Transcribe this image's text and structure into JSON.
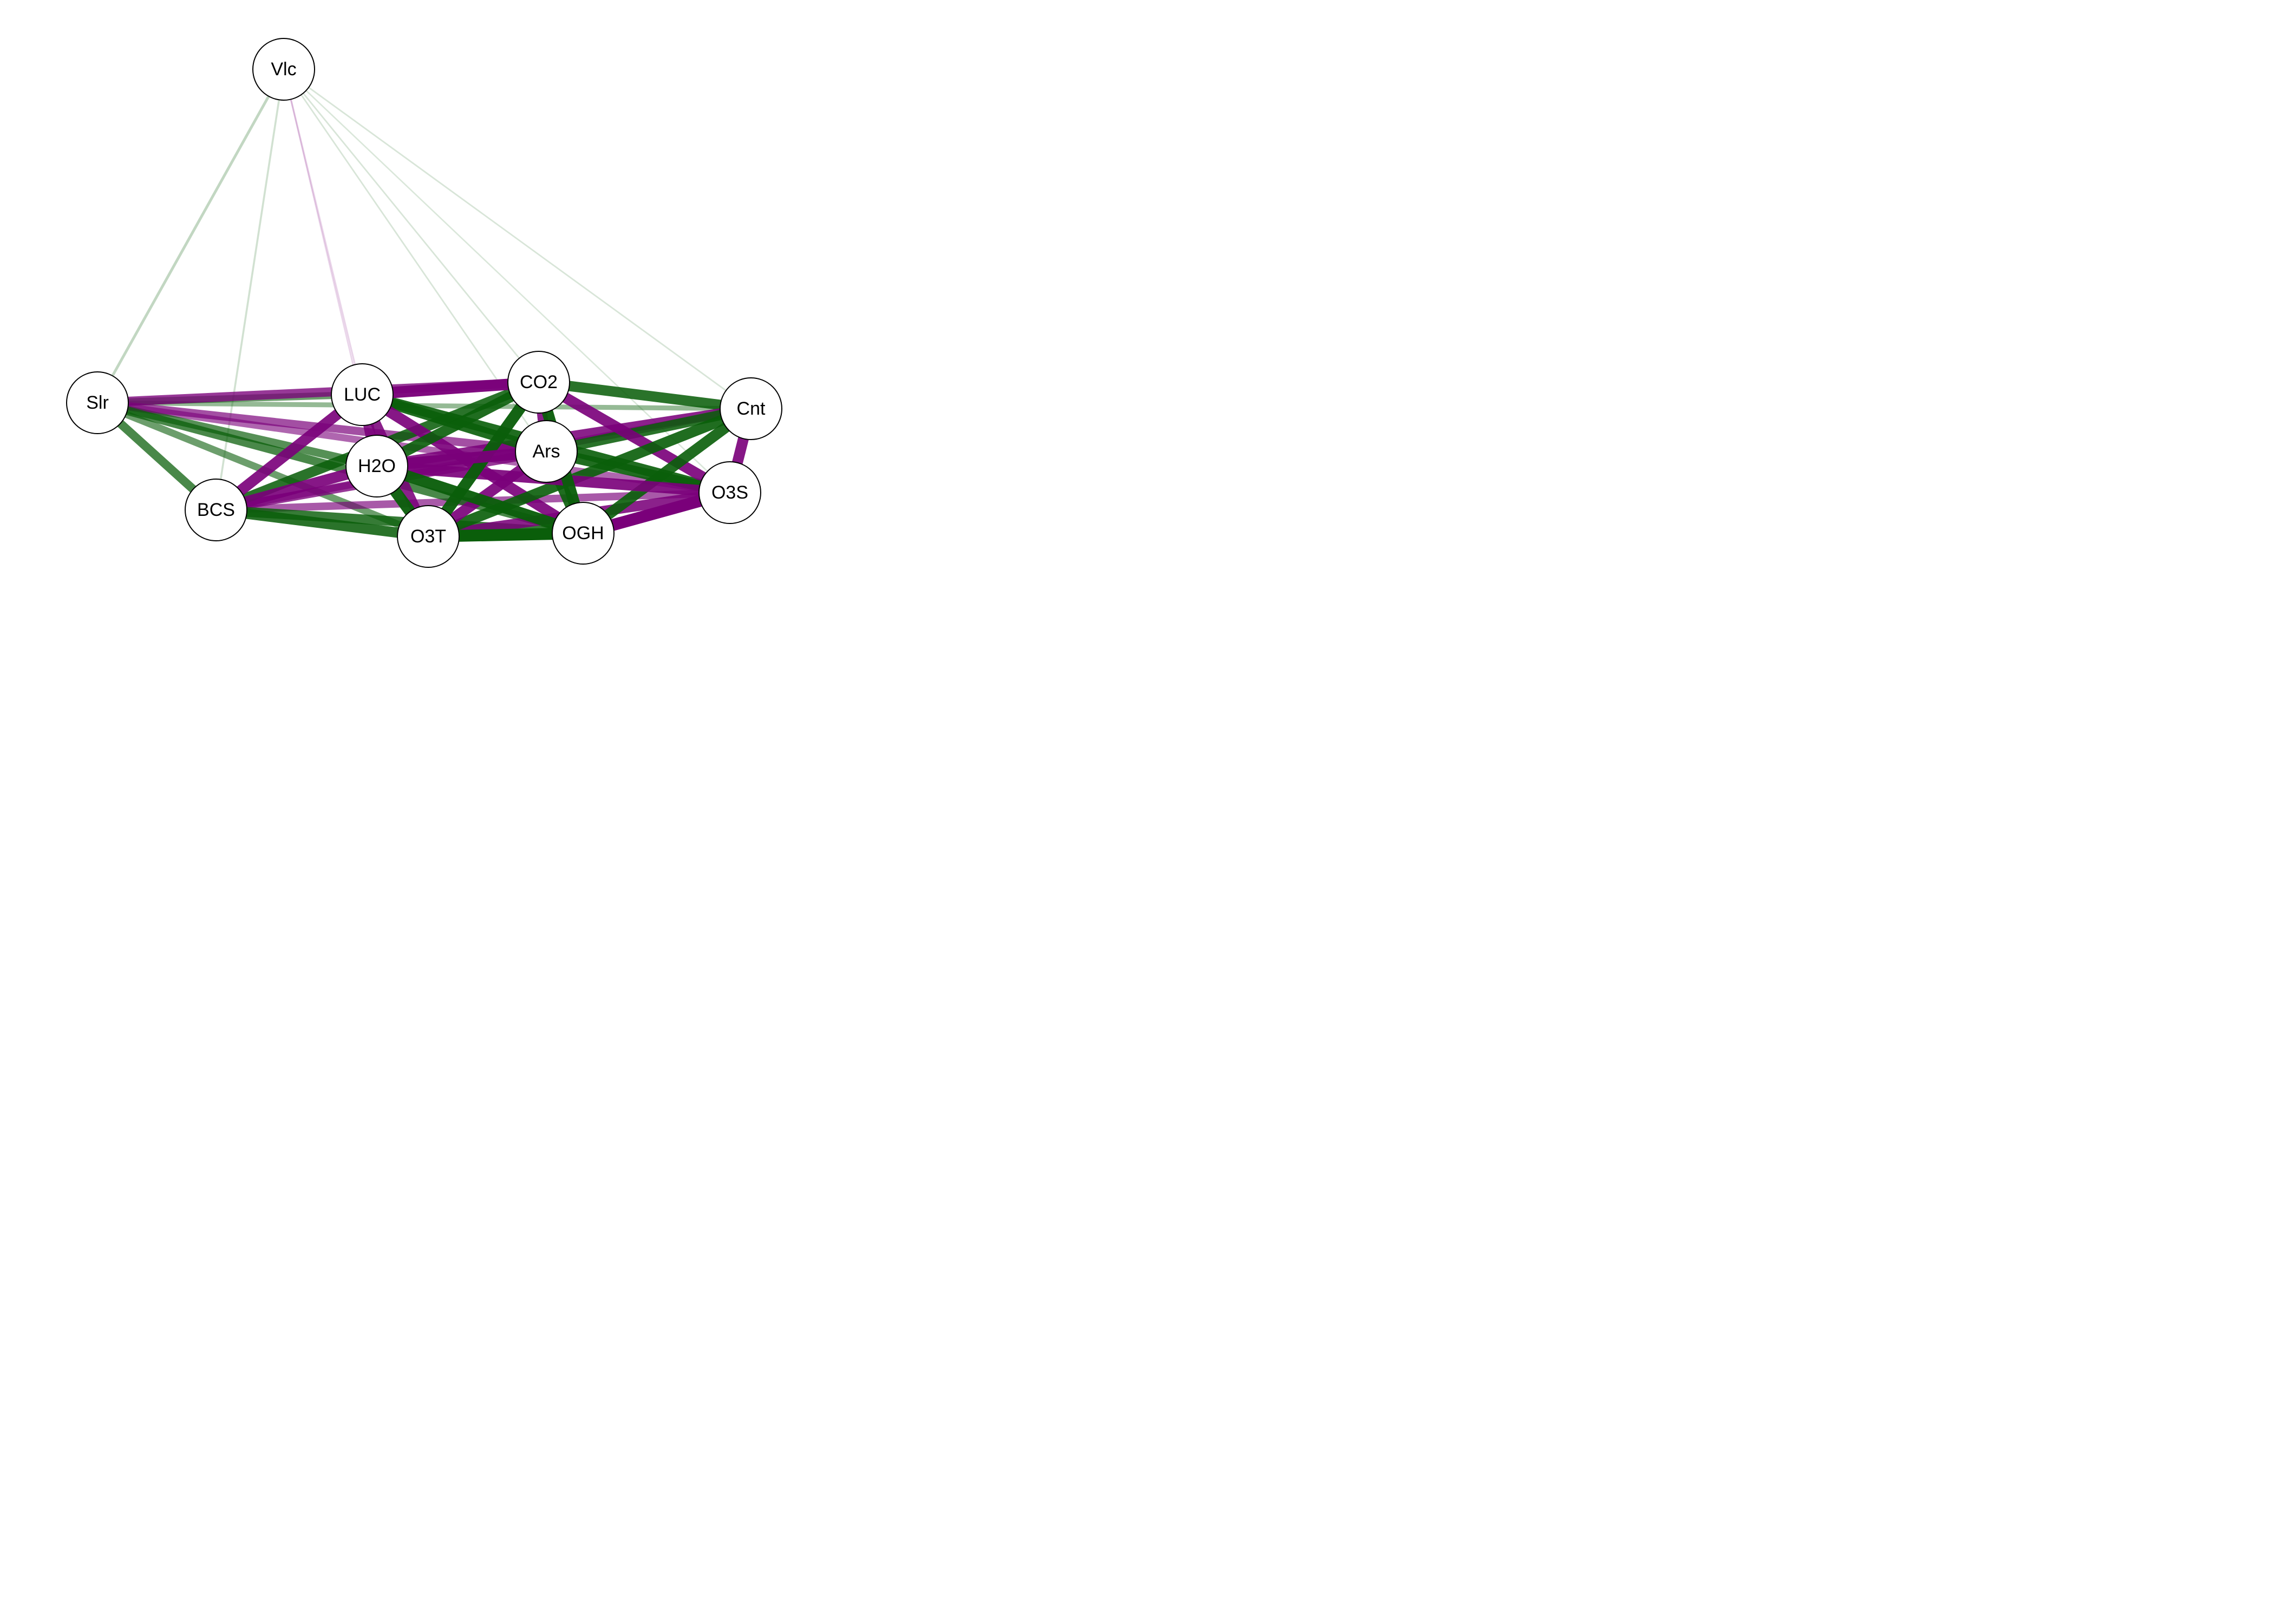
{
  "colors": {
    "positive": "#0a5e0a",
    "negative": "#7a007a"
  },
  "nodes": [
    {
      "id": "Vlc",
      "label": "Vlc"
    },
    {
      "id": "Slr",
      "label": "Slr"
    },
    {
      "id": "LUC",
      "label": "LUC"
    },
    {
      "id": "CO2",
      "label": "CO2"
    },
    {
      "id": "Cnt",
      "label": "Cnt"
    },
    {
      "id": "Ars",
      "label": "Ars"
    },
    {
      "id": "H2O",
      "label": "H2O"
    },
    {
      "id": "O3S",
      "label": "O3S"
    },
    {
      "id": "BCS",
      "label": "BCS"
    },
    {
      "id": "O3T",
      "label": "O3T"
    },
    {
      "id": "OGH",
      "label": "OGH"
    }
  ],
  "edges": [
    {
      "from": "Vlc",
      "to": "Slr",
      "sign": "positive",
      "weight": 0.15
    },
    {
      "from": "Vlc",
      "to": "BCS",
      "sign": "positive",
      "weight": 0.08
    },
    {
      "from": "Vlc",
      "to": "LUC",
      "sign": "negative",
      "weight": 0.06
    },
    {
      "from": "Vlc",
      "to": "H2O",
      "sign": "negative",
      "weight": 0.04
    },
    {
      "from": "Vlc",
      "to": "CO2",
      "sign": "positive",
      "weight": 0.04
    },
    {
      "from": "Vlc",
      "to": "Ars",
      "sign": "positive",
      "weight": 0.04
    },
    {
      "from": "Vlc",
      "to": "Cnt",
      "sign": "positive",
      "weight": 0.04
    },
    {
      "from": "Vlc",
      "to": "O3S",
      "sign": "positive",
      "weight": 0.03
    },
    {
      "from": "Slr",
      "to": "LUC",
      "sign": "positive",
      "weight": 0.55
    },
    {
      "from": "Slr",
      "to": "CO2",
      "sign": "negative",
      "weight": 0.75
    },
    {
      "from": "Slr",
      "to": "Cnt",
      "sign": "positive",
      "weight": 0.35
    },
    {
      "from": "Slr",
      "to": "BCS",
      "sign": "positive",
      "weight": 0.7
    },
    {
      "from": "Slr",
      "to": "H2O",
      "sign": "positive",
      "weight": 0.65
    },
    {
      "from": "Slr",
      "to": "O3T",
      "sign": "positive",
      "weight": 0.55
    },
    {
      "from": "Slr",
      "to": "Ars",
      "sign": "negative",
      "weight": 0.65
    },
    {
      "from": "Slr",
      "to": "OGH",
      "sign": "positive",
      "weight": 0.7
    },
    {
      "from": "Slr",
      "to": "O3S",
      "sign": "negative",
      "weight": 0.55
    },
    {
      "from": "LUC",
      "to": "CO2",
      "sign": "negative",
      "weight": 0.95
    },
    {
      "from": "LUC",
      "to": "BCS",
      "sign": "negative",
      "weight": 0.9
    },
    {
      "from": "LUC",
      "to": "H2O",
      "sign": "negative",
      "weight": 0.85
    },
    {
      "from": "LUC",
      "to": "Ars",
      "sign": "positive",
      "weight": 0.9
    },
    {
      "from": "LUC",
      "to": "O3S",
      "sign": "positive",
      "weight": 0.9
    },
    {
      "from": "LUC",
      "to": "O3T",
      "sign": "negative",
      "weight": 0.85
    },
    {
      "from": "LUC",
      "to": "OGH",
      "sign": "negative",
      "weight": 0.9
    },
    {
      "from": "CO2",
      "to": "Cnt",
      "sign": "positive",
      "weight": 0.85
    },
    {
      "from": "CO2",
      "to": "O3S",
      "sign": "negative",
      "weight": 0.9
    },
    {
      "from": "CO2",
      "to": "BCS",
      "sign": "positive",
      "weight": 0.85
    },
    {
      "from": "CO2",
      "to": "H2O",
      "sign": "positive",
      "weight": 0.9
    },
    {
      "from": "CO2",
      "to": "O3T",
      "sign": "positive",
      "weight": 0.95
    },
    {
      "from": "CO2",
      "to": "OGH",
      "sign": "positive",
      "weight": 0.95
    },
    {
      "from": "CO2",
      "to": "Ars",
      "sign": "negative",
      "weight": 0.85
    },
    {
      "from": "Cnt",
      "to": "O3S",
      "sign": "negative",
      "weight": 0.9
    },
    {
      "from": "Cnt",
      "to": "H2O",
      "sign": "negative",
      "weight": 0.85
    },
    {
      "from": "Cnt",
      "to": "Ars",
      "sign": "positive",
      "weight": 0.85
    },
    {
      "from": "Cnt",
      "to": "O3T",
      "sign": "positive",
      "weight": 0.9
    },
    {
      "from": "Cnt",
      "to": "OGH",
      "sign": "positive",
      "weight": 0.9
    },
    {
      "from": "Cnt",
      "to": "BCS",
      "sign": "negative",
      "weight": 0.6
    },
    {
      "from": "Ars",
      "to": "H2O",
      "sign": "negative",
      "weight": 0.95
    },
    {
      "from": "Ars",
      "to": "O3S",
      "sign": "positive",
      "weight": 0.9
    },
    {
      "from": "Ars",
      "to": "O3T",
      "sign": "negative",
      "weight": 0.9
    },
    {
      "from": "Ars",
      "to": "OGH",
      "sign": "positive",
      "weight": 0.9
    },
    {
      "from": "Ars",
      "to": "BCS",
      "sign": "negative",
      "weight": 0.75
    },
    {
      "from": "H2O",
      "to": "BCS",
      "sign": "negative",
      "weight": 0.9
    },
    {
      "from": "H2O",
      "to": "O3T",
      "sign": "positive",
      "weight": 0.95
    },
    {
      "from": "H2O",
      "to": "OGH",
      "sign": "positive",
      "weight": 0.95
    },
    {
      "from": "H2O",
      "to": "O3S",
      "sign": "negative",
      "weight": 0.9
    },
    {
      "from": "BCS",
      "to": "O3T",
      "sign": "positive",
      "weight": 0.85
    },
    {
      "from": "BCS",
      "to": "OGH",
      "sign": "positive",
      "weight": 0.8
    },
    {
      "from": "BCS",
      "to": "O3S",
      "sign": "negative",
      "weight": 0.6
    },
    {
      "from": "O3T",
      "to": "OGH",
      "sign": "positive",
      "weight": 1.0
    },
    {
      "from": "O3T",
      "to": "O3S",
      "sign": "negative",
      "weight": 0.85
    },
    {
      "from": "OGH",
      "to": "O3S",
      "sign": "negative",
      "weight": 1.0
    }
  ]
}
